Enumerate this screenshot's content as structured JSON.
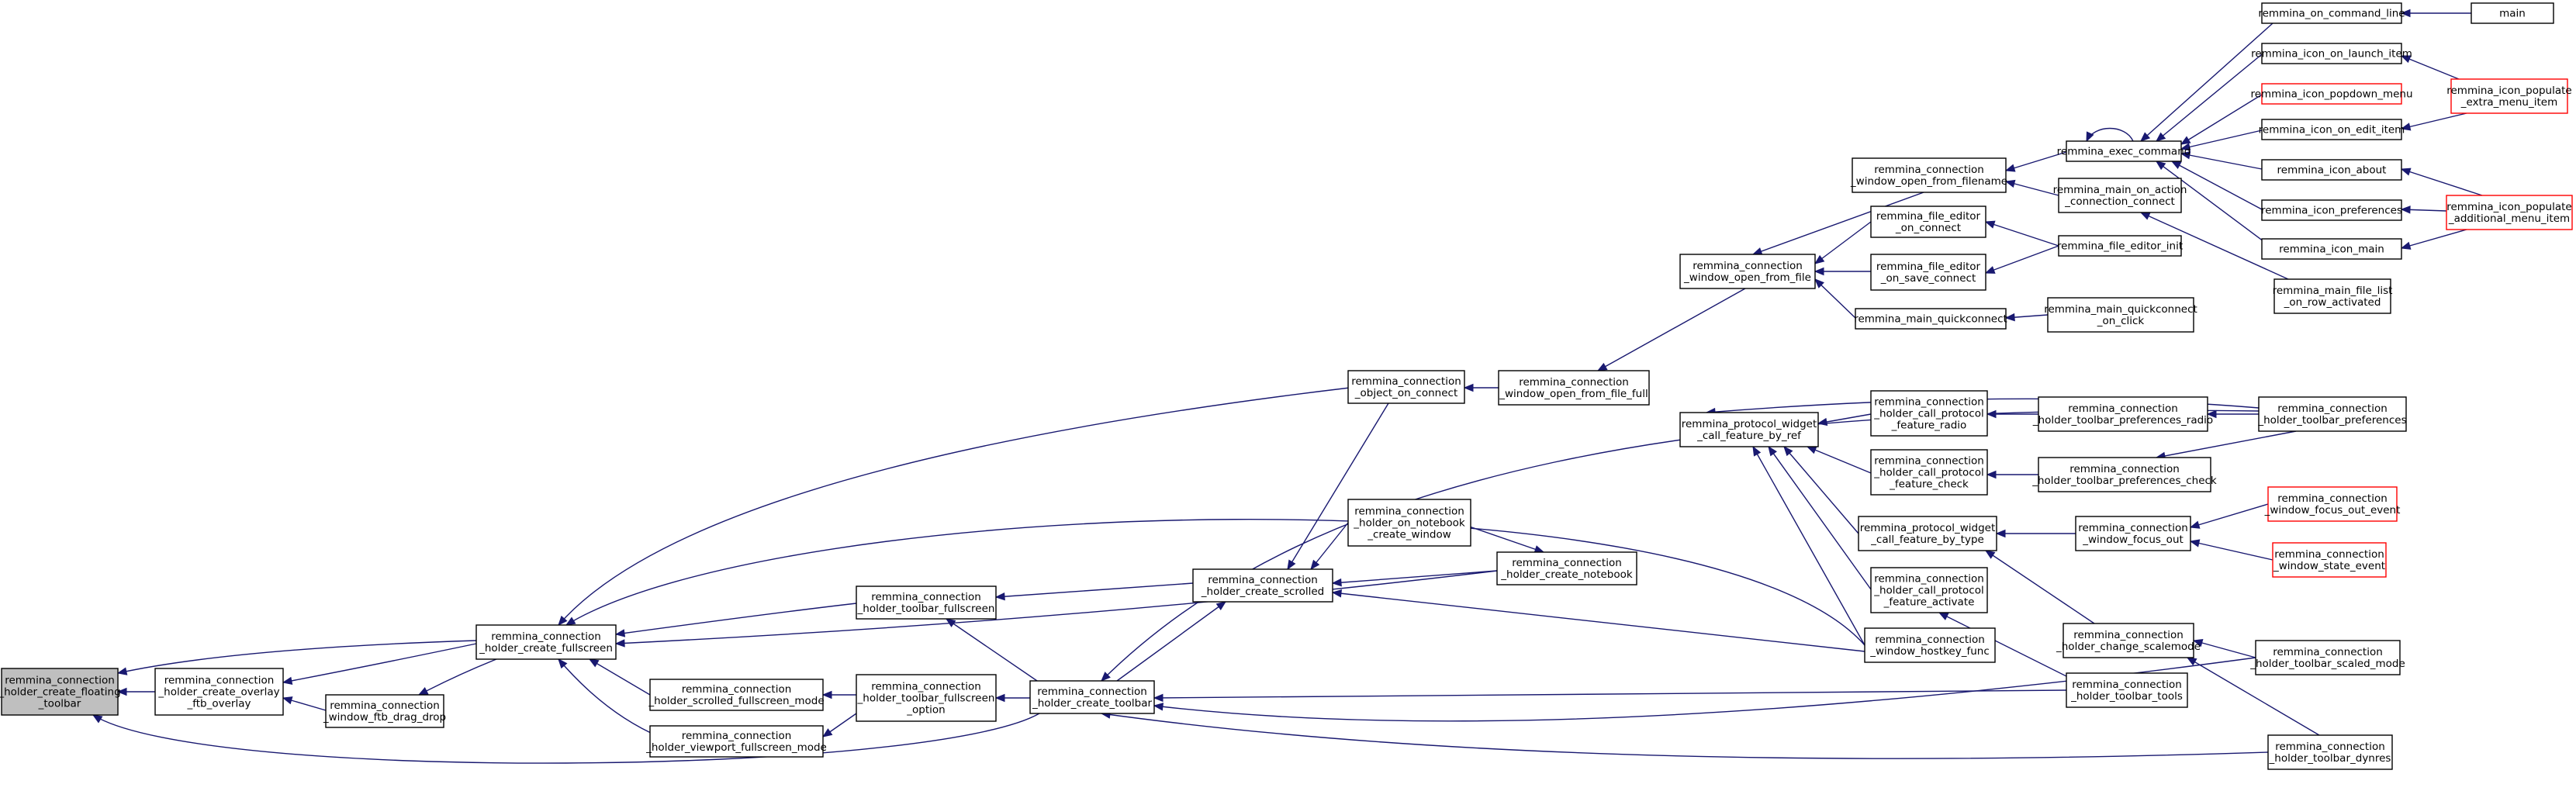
{
  "graph": {
    "nodes": [
      {
        "id": "n_float",
        "lines": [
          "remmina_connection",
          "_holder_create_floating",
          "_toolbar"
        ],
        "style": "focus"
      },
      {
        "id": "n_overlay",
        "lines": [
          "remmina_connection",
          "_holder_create_overlay",
          "_ftb_overlay"
        ]
      },
      {
        "id": "n_ftbdrag",
        "lines": [
          "remmina_connection",
          "_window_ftb_drag_drop"
        ]
      },
      {
        "id": "n_fullscreen",
        "lines": [
          "remmina_connection",
          "_holder_create_fullscreen"
        ]
      },
      {
        "id": "n_scrolledfs",
        "lines": [
          "remmina_connection",
          "_holder_scrolled_fullscreen_mode"
        ]
      },
      {
        "id": "n_viewportfs",
        "lines": [
          "remmina_connection",
          "_holder_viewport_fullscreen_mode"
        ]
      },
      {
        "id": "n_tbfullscreen",
        "lines": [
          "remmina_connection",
          "_holder_toolbar_fullscreen"
        ]
      },
      {
        "id": "n_tbfsoption",
        "lines": [
          "remmina_connection",
          "_holder_toolbar_fullscreen",
          "_option"
        ]
      },
      {
        "id": "n_objconnect",
        "lines": [
          "remmina_connection",
          "_object_on_connect"
        ]
      },
      {
        "id": "n_notebookwin",
        "lines": [
          "remmina_connection",
          "_holder_on_notebook",
          "_create_window"
        ]
      },
      {
        "id": "n_scrolled",
        "lines": [
          "remmina_connection",
          "_holder_create_scrolled"
        ]
      },
      {
        "id": "n_notebook",
        "lines": [
          "remmina_connection",
          "_holder_create_notebook"
        ]
      },
      {
        "id": "n_toolbar",
        "lines": [
          "remmina_connection",
          "_holder_create_toolbar"
        ]
      },
      {
        "id": "n_openfull",
        "lines": [
          "remmina_connection",
          "_window_open_from_file_full"
        ]
      },
      {
        "id": "n_openfile",
        "lines": [
          "remmina_connection",
          "_window_open_from_file"
        ]
      },
      {
        "id": "n_callref",
        "lines": [
          "remmina_protocol_widget",
          "_call_feature_by_ref"
        ]
      },
      {
        "id": "n_openfilename",
        "lines": [
          "remmina_connection",
          "_window_open_from_filename"
        ]
      },
      {
        "id": "n_fe_connect",
        "lines": [
          "remmina_file_editor",
          "_on_connect"
        ]
      },
      {
        "id": "n_fe_save",
        "lines": [
          "remmina_file_editor",
          "_on_save_connect"
        ]
      },
      {
        "id": "n_quick",
        "lines": [
          "remmina_main_quickconnect"
        ]
      },
      {
        "id": "n_cp_radio",
        "lines": [
          "remmina_connection",
          "_holder_call_protocol",
          "_feature_radio"
        ]
      },
      {
        "id": "n_cp_check",
        "lines": [
          "remmina_connection",
          "_holder_call_protocol",
          "_feature_check"
        ]
      },
      {
        "id": "n_calltype",
        "lines": [
          "remmina_protocol_widget",
          "_call_feature_by_type"
        ]
      },
      {
        "id": "n_cp_activate",
        "lines": [
          "remmina_connection",
          "_holder_call_protocol",
          "_feature_activate"
        ]
      },
      {
        "id": "n_hotkey",
        "lines": [
          "remmina_connection",
          "_window_hostkey_func"
        ]
      },
      {
        "id": "n_exec",
        "lines": [
          "remmina_exec_command"
        ]
      },
      {
        "id": "n_mainaction",
        "lines": [
          "remmina_main_on_action",
          "_connection_connect"
        ]
      },
      {
        "id": "n_fe_init",
        "lines": [
          "remmina_file_editor_init"
        ]
      },
      {
        "id": "n_quickclick",
        "lines": [
          "remmina_main_quickconnect",
          "_on_click"
        ]
      },
      {
        "id": "n_prefradio",
        "lines": [
          "remmina_connection",
          "_holder_toolbar_preferences_radio"
        ]
      },
      {
        "id": "n_prefcheck",
        "lines": [
          "remmina_connection",
          "_holder_toolbar_preferences_check"
        ]
      },
      {
        "id": "n_focusout",
        "lines": [
          "remmina_connection",
          "_window_focus_out"
        ]
      },
      {
        "id": "n_scalemode",
        "lines": [
          "remmina_connection",
          "_holder_change_scalemode"
        ]
      },
      {
        "id": "n_tbtools",
        "lines": [
          "remmina_connection",
          "_holder_toolbar_tools"
        ]
      },
      {
        "id": "n_cmdline",
        "lines": [
          "remmina_on_command_line"
        ]
      },
      {
        "id": "n_launch",
        "lines": [
          "remmina_icon_on_launch_item"
        ]
      },
      {
        "id": "n_popdown",
        "lines": [
          "remmina_icon_popdown_menu"
        ],
        "style": "red"
      },
      {
        "id": "n_edititem",
        "lines": [
          "remmina_icon_on_edit_item"
        ]
      },
      {
        "id": "n_about",
        "lines": [
          "remmina_icon_about"
        ]
      },
      {
        "id": "n_iconprefs",
        "lines": [
          "remmina_icon_preferences"
        ]
      },
      {
        "id": "n_iconmain",
        "lines": [
          "remmina_icon_main"
        ]
      },
      {
        "id": "n_filelist",
        "lines": [
          "remmina_main_file_list",
          "_on_row_activated"
        ]
      },
      {
        "id": "n_tbprefs",
        "lines": [
          "remmina_connection",
          "_holder_toolbar_preferences"
        ]
      },
      {
        "id": "n_focusoutevt",
        "lines": [
          "remmina_connection",
          "_window_focus_out_event"
        ],
        "style": "red"
      },
      {
        "id": "n_stateevt",
        "lines": [
          "remmina_connection",
          "_window_state_event"
        ],
        "style": "red"
      },
      {
        "id": "n_scaledmode",
        "lines": [
          "remmina_connection",
          "_holder_toolbar_scaled_mode"
        ]
      },
      {
        "id": "n_dynres",
        "lines": [
          "remmina_connection",
          "_holder_toolbar_dynres"
        ]
      },
      {
        "id": "n_main",
        "lines": [
          "main"
        ]
      },
      {
        "id": "n_extramenu",
        "lines": [
          "remmina_icon_populate",
          "_extra_menu_item"
        ],
        "style": "red"
      },
      {
        "id": "n_addmenu",
        "lines": [
          "remmina_icon_populate",
          "_additional_menu_item"
        ],
        "style": "red"
      }
    ]
  }
}
